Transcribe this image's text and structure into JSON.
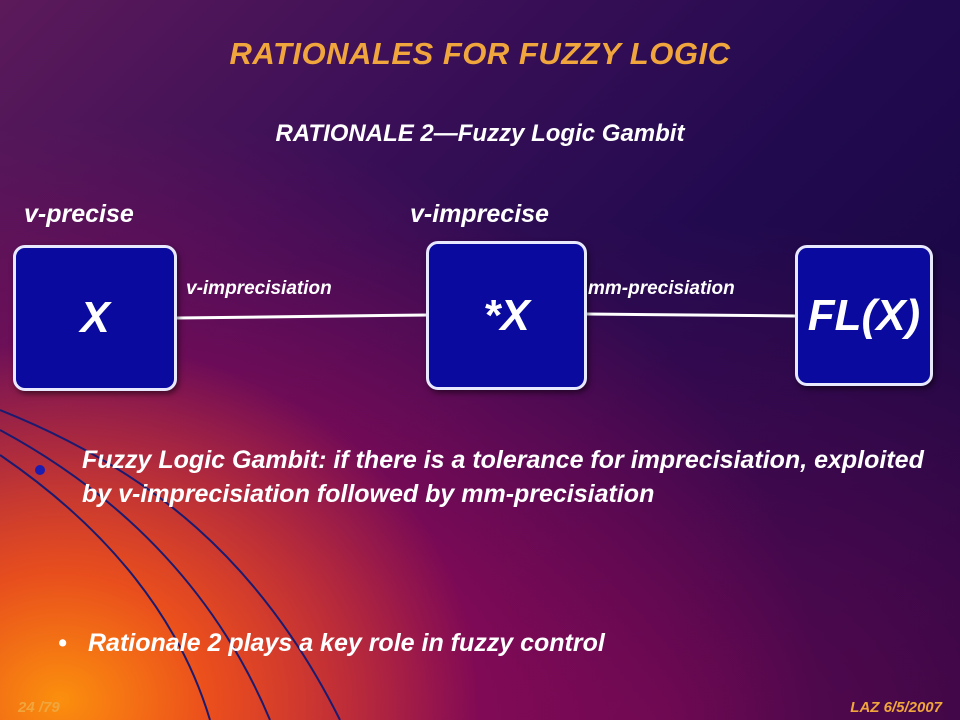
{
  "title": "RATIONALES FOR FUZZY LOGIC",
  "subtitle": "RATIONALE 2—Fuzzy Logic Gambit",
  "diagram": {
    "top_labels": {
      "left": "v-precise",
      "middle": "v-imprecise"
    },
    "boxes": {
      "left": "X",
      "middle": "*X",
      "right": "FL(X)"
    },
    "edges": {
      "left_to_middle": "v-imprecisiation",
      "middle_to_right": "mm-precisiation"
    }
  },
  "bullets": {
    "first": "Fuzzy Logic Gambit: if there is a tolerance for imprecisiation, exploited by v-imprecisiation followed by mm-precisiation",
    "second": "Rationale 2 plays a key role in fuzzy control",
    "second_marker": "•"
  },
  "footer": {
    "page": "24 /79",
    "author_date": "LAZ  6/5/2007"
  },
  "colors": {
    "title": "#f0a63c",
    "box_fill": "#0a0a9e",
    "box_border": "#e8e8ff",
    "text": "#ffffff"
  }
}
